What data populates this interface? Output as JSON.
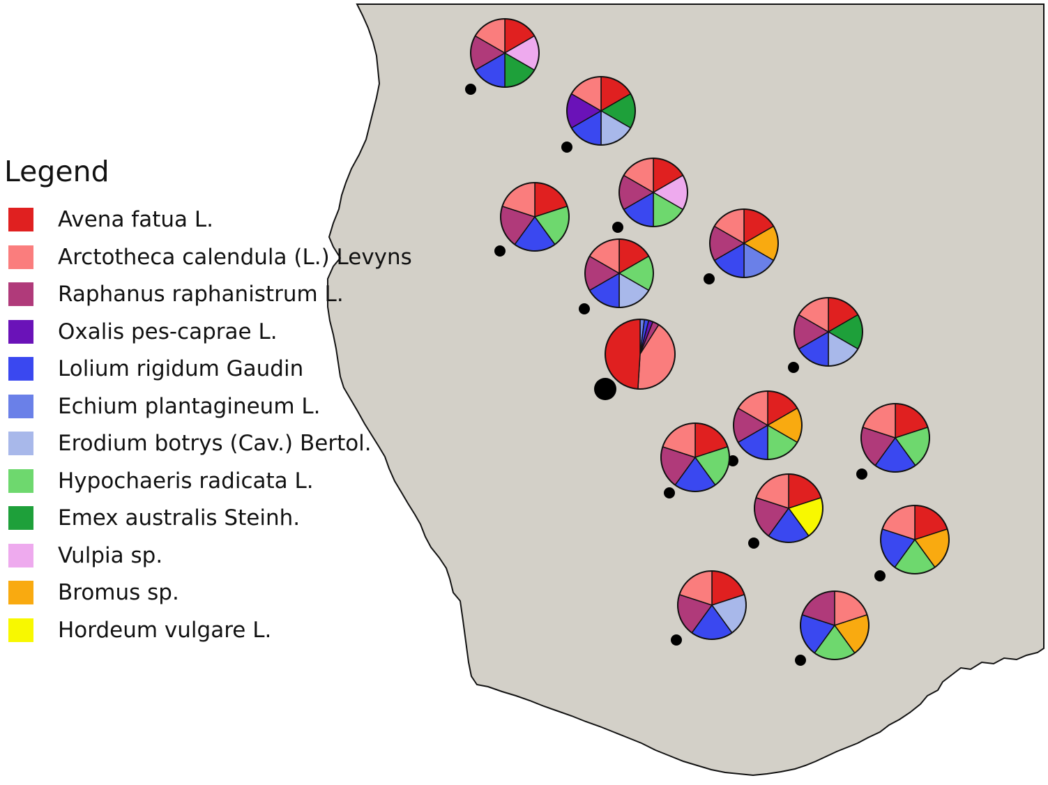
{
  "legend": {
    "title": "Legend",
    "items": [
      {
        "label": "Avena fatua L.",
        "color": "#e02020"
      },
      {
        "label": "Arctotheca calendula (L.) Levyns",
        "color": "#fa7d7d"
      },
      {
        "label": "Raphanus raphanistrum L.",
        "color": "#b03a7a"
      },
      {
        "label": "Oxalis pes-caprae L.",
        "color": "#6a12b8"
      },
      {
        "label": "Lolium rigidum Gaudin",
        "color": "#3a48f0"
      },
      {
        "label": "Echium plantagineum L.",
        "color": "#6a80e8"
      },
      {
        "label": "Erodium botrys (Cav.) Bertol.",
        "color": "#a8b8ea"
      },
      {
        "label": "Hypochaeris radicata L.",
        "color": "#6ed86e"
      },
      {
        "label": "Emex australis Steinh.",
        "color": "#1ea03a"
      },
      {
        "label": "Vulpia sp.",
        "color": "#eeaaee"
      },
      {
        "label": "Bromus sp.",
        "color": "#f9aa10"
      },
      {
        "label": "Hordeum vulgare L.",
        "color": "#f8f800"
      }
    ]
  },
  "map": {
    "land_color": "#d3d0c8",
    "sites": [
      {
        "species": [
          0,
          9,
          8,
          4,
          2,
          1
        ],
        "fractions": [
          1,
          1,
          1,
          1,
          1,
          1
        ]
      },
      {
        "species": [
          0,
          8,
          6,
          4,
          3,
          1
        ],
        "fractions": [
          1,
          1,
          1,
          1,
          1,
          1
        ]
      },
      {
        "species": [
          0,
          9,
          7,
          4,
          2,
          1
        ],
        "fractions": [
          1,
          1,
          1,
          1,
          1,
          1
        ]
      },
      {
        "species": [
          0,
          7,
          4,
          2,
          1
        ],
        "fractions": [
          1,
          1,
          1,
          1,
          1
        ]
      },
      {
        "species": [
          0,
          10,
          5,
          4,
          2,
          1
        ],
        "fractions": [
          1,
          1,
          1,
          1,
          1,
          1
        ]
      },
      {
        "species": [
          0,
          7,
          6,
          4,
          2,
          1
        ],
        "fractions": [
          1,
          1,
          1,
          1,
          1,
          1
        ]
      },
      {
        "species": [
          5,
          4,
          3,
          2,
          1,
          0
        ],
        "fractions": [
          0.02,
          0.02,
          0.02,
          0.03,
          0.42,
          0.49
        ],
        "large": true
      },
      {
        "species": [
          0,
          8,
          6,
          4,
          2,
          1
        ],
        "fractions": [
          1,
          1,
          1,
          1,
          1,
          1
        ]
      },
      {
        "species": [
          0,
          10,
          7,
          4,
          2,
          1
        ],
        "fractions": [
          1,
          1,
          1,
          1,
          1,
          1
        ]
      },
      {
        "species": [
          0,
          7,
          4,
          2,
          1
        ],
        "fractions": [
          1,
          1,
          1,
          1,
          1
        ]
      },
      {
        "species": [
          0,
          7,
          4,
          2,
          1
        ],
        "fractions": [
          1,
          1,
          1,
          1,
          1
        ]
      },
      {
        "species": [
          0,
          11,
          4,
          2,
          1
        ],
        "fractions": [
          1,
          1,
          1,
          1,
          1
        ]
      },
      {
        "species": [
          0,
          10,
          7,
          4,
          1
        ],
        "fractions": [
          1,
          1,
          1,
          1,
          1
        ]
      },
      {
        "species": [
          0,
          6,
          4,
          2,
          1
        ],
        "fractions": [
          1,
          1,
          1,
          1,
          1
        ]
      },
      {
        "species": [
          1,
          10,
          7,
          4,
          2
        ],
        "fractions": [
          1,
          1,
          1,
          1,
          1
        ]
      }
    ]
  }
}
